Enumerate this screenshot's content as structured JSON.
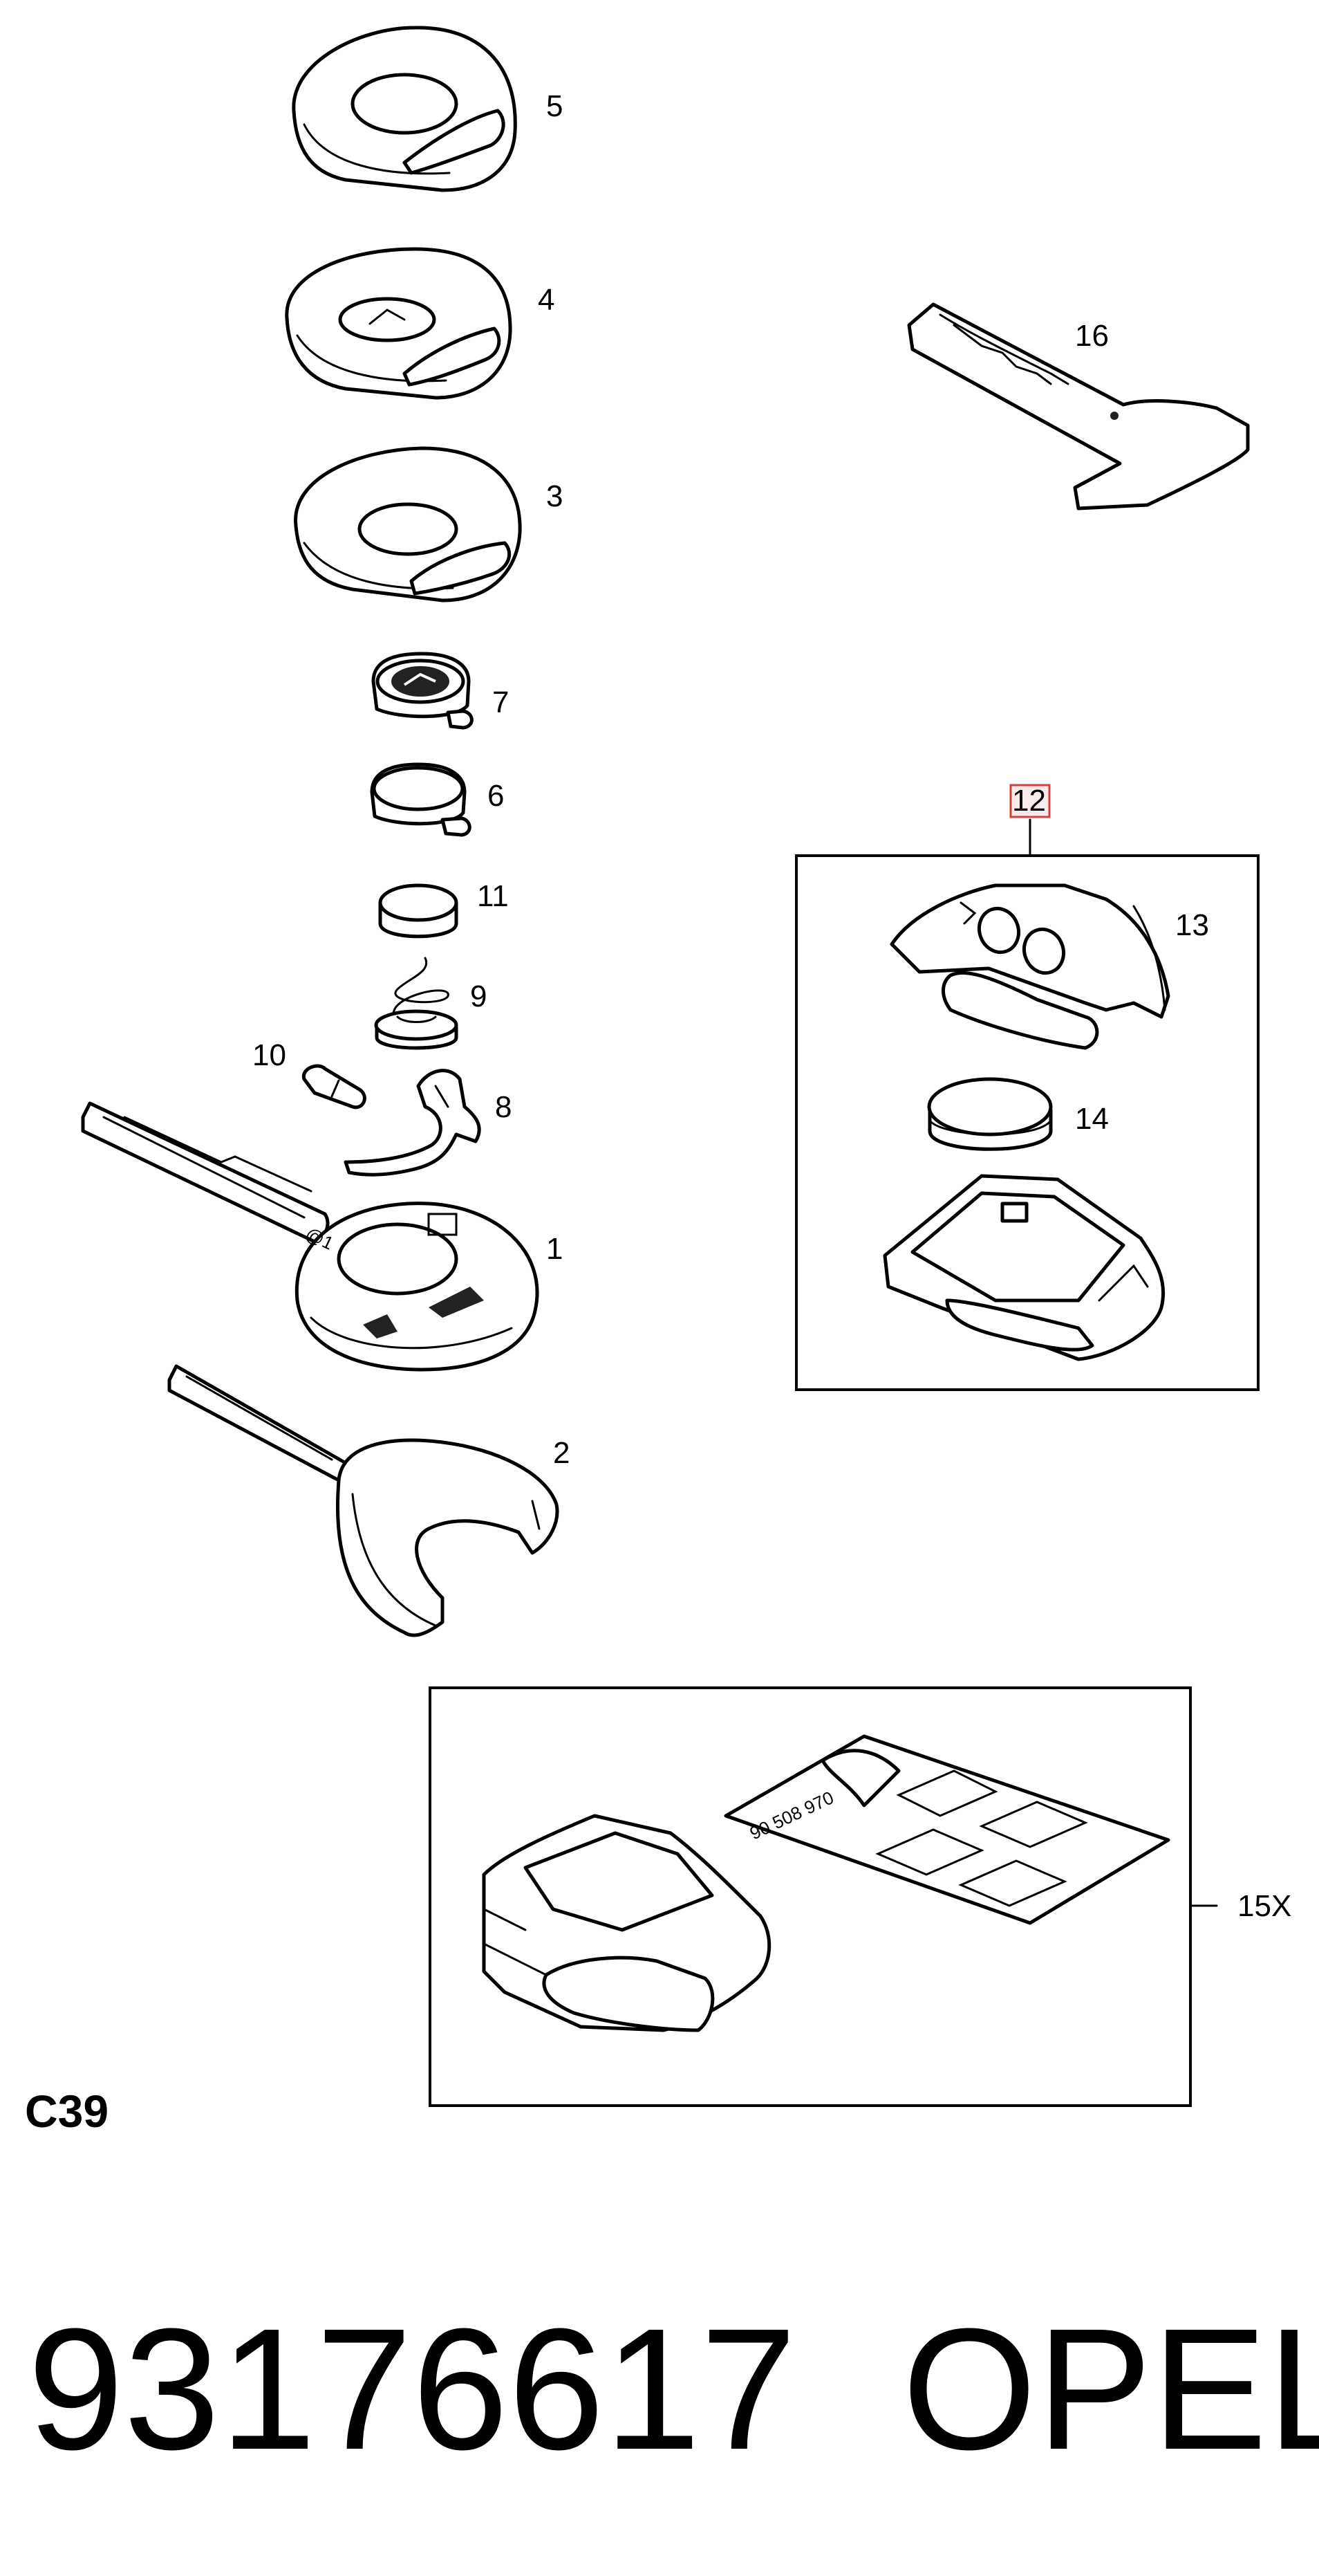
{
  "parts": {
    "p1": "1",
    "p2": "2",
    "p3": "3",
    "p4": "4",
    "p5": "5",
    "p6": "6",
    "p7": "7",
    "p8": "8",
    "p9": "9",
    "p10": "10",
    "p11": "11",
    "p12": "12",
    "p13": "13",
    "p14": "14",
    "p15x": "15X",
    "p16": "16"
  },
  "decal_code": "90 508 970",
  "sheet_code": "C39",
  "part_number": "93176617",
  "brand": "OPEL",
  "colors": {
    "highlight": "#d04040",
    "ink": "#000000"
  }
}
